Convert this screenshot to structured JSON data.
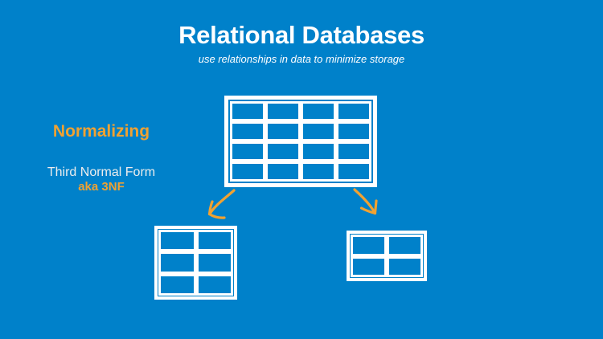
{
  "slide": {
    "background_color": "#0081CA",
    "accent_color": "#F0A232",
    "title_color": "#FFFFFF",
    "secondary_text_color": "#EDEDED",
    "table_border_color": "#FFFFFF",
    "title": "Relational Databases",
    "subtitle": "use relationships in data to minimize storage",
    "left_panel": {
      "heading": "Normalizing",
      "line1": "Third Normal Form",
      "line2": "aka 3NF"
    },
    "diagram": {
      "main_table": {
        "rows": 4,
        "cols": 4
      },
      "left_table": {
        "rows": 3,
        "cols": 2
      },
      "right_table": {
        "rows": 2,
        "cols": 2
      }
    }
  }
}
